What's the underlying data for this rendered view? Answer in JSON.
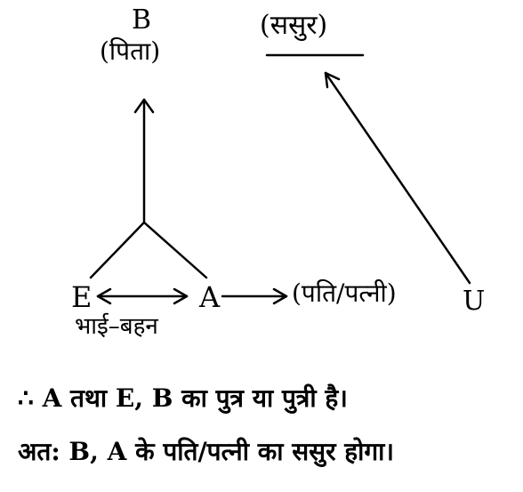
{
  "diagram": {
    "node_b": "B",
    "rel_b": "(पिता)",
    "rel_u": "(ससुर)",
    "node_e": "E",
    "node_a": "A",
    "rel_a": "(पति/पत्नी)",
    "node_u": "U",
    "rel_e": "भाई–बहन"
  },
  "text": {
    "line1": "∴ A तथा E, B का पुत्र या पुत्री है।",
    "line2": "अत: B, A के पति/पत्नी का ससुर होगा।"
  }
}
